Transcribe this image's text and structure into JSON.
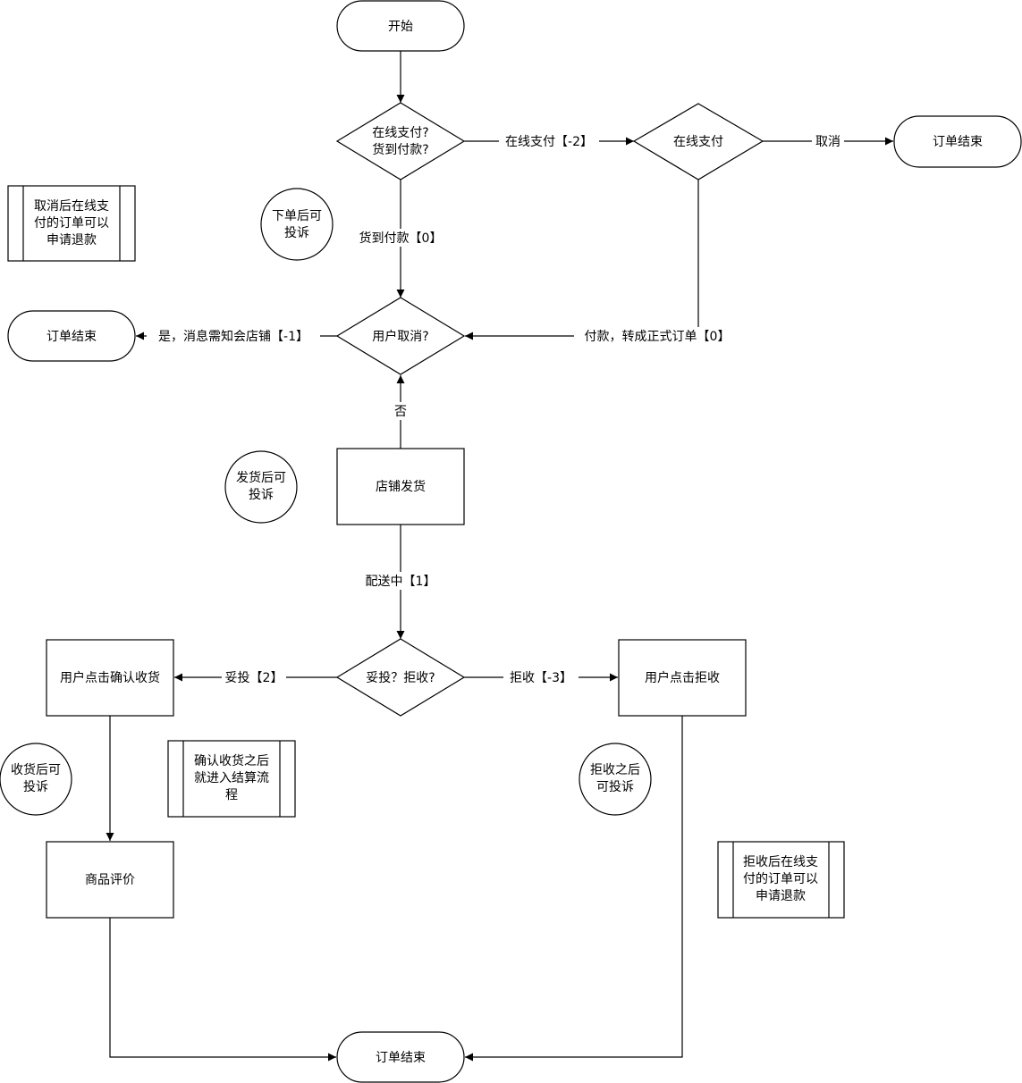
{
  "nodes": {
    "start": "开始",
    "pay_decision": [
      "在线支付?",
      "货到付款?"
    ],
    "online_pay": "在线支付",
    "end_cancel": "订单结束",
    "user_cancel": "用户取消?",
    "end_user_cancel": "订单结束",
    "shop_ship": "店铺发货",
    "deliver_decision": "妥投？拒收?",
    "confirm_receipt": "用户点击确认收货",
    "reject_receipt": "用户点击拒收",
    "review": "商品评价",
    "end_final": "订单结束"
  },
  "edges": {
    "online_pay": "在线支付【-2】",
    "cancel": "取消",
    "cod": "货到付款【0】",
    "paid": "付款，转成正式订单【0】",
    "yes_cancel": "是，消息需知会店铺【-1】",
    "no": "否",
    "delivering": "配送中【1】",
    "delivered": "妥投【2】",
    "rejected": "拒收【-3】"
  },
  "notes": {
    "refund_after_cancel": [
      "取消后在线支",
      "付的订单可以",
      "申请退款"
    ],
    "settlement": [
      "确认收货之后",
      "就进入结算流",
      "程"
    ],
    "refund_after_reject": [
      "拒收后在线支",
      "付的订单可以",
      "申请退款"
    ]
  },
  "complaints": {
    "after_order": [
      "下单后可",
      "投诉"
    ],
    "after_ship": [
      "发货后可",
      "投诉"
    ],
    "after_receipt": [
      "收货后可",
      "投诉"
    ],
    "after_reject": [
      "拒收之后",
      "可投诉"
    ]
  }
}
